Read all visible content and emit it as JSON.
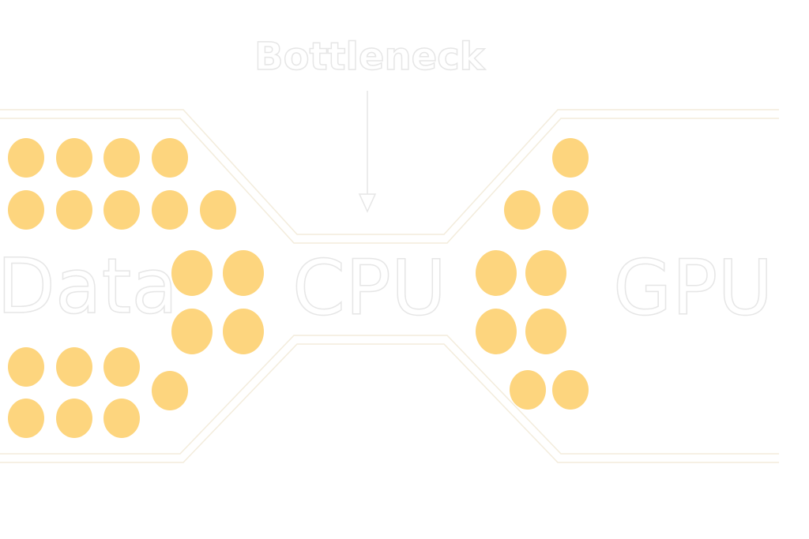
{
  "labels": {
    "title": "Bottleneck",
    "data": "Data",
    "cpu": "CPU",
    "gpu": "GPU"
  },
  "colors": {
    "dot": "#FDD57E",
    "text_fill": "#ffffff",
    "text_outline": "#e6e6e6",
    "channel": "#f3ecdc"
  }
}
